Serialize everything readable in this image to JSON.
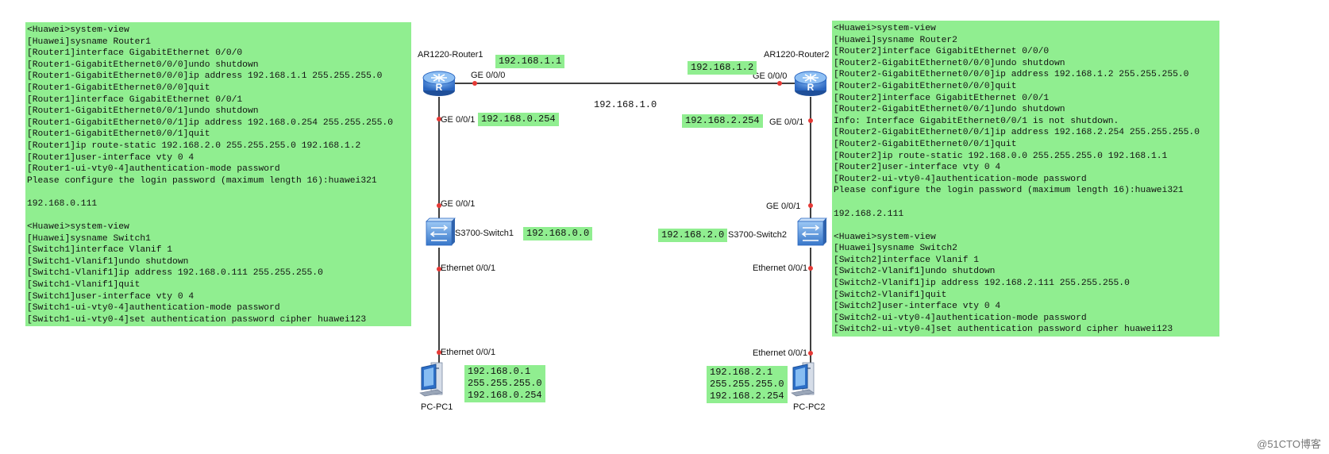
{
  "left_config": {
    "router_lines": [
      "<Huawei>system-view",
      "[Huawei]sysname Router1",
      "[Router1]interface GigabitEthernet 0/0/0",
      "[Router1-GigabitEthernet0/0/0]undo shutdown",
      "[Router1-GigabitEthernet0/0/0]ip address 192.168.1.1 255.255.255.0",
      "[Router1-GigabitEthernet0/0/0]quit",
      "[Router1]interface GigabitEthernet 0/0/1",
      "[Router1-GigabitEthernet0/0/1]undo shutdown",
      "[Router1-GigabitEthernet0/0/1]ip address 192.168.0.254 255.255.255.0",
      "[Router1-GigabitEthernet0/0/1]quit",
      "[Router1]ip route-static 192.168.2.0 255.255.255.0 192.168.1.2",
      "[Router1]user-interface vty 0 4",
      "[Router1-ui-vty0-4]authentication-mode password",
      "Please configure the login password (maximum length 16):huawei321",
      "",
      "192.168.0.111",
      "",
      "<Huawei>system-view",
      "[Huawei]sysname Switch1",
      "[Switch1]interface Vlanif 1",
      "[Switch1-Vlanif1]undo shutdown",
      "[Switch1-Vlanif1]ip address 192.168.0.111 255.255.255.0",
      "[Switch1-Vlanif1]quit",
      "[Switch1]user-interface vty 0 4",
      "[Switch1-ui-vty0-4]authentication-mode password",
      "[Switch1-ui-vty0-4]set authentication password cipher huawei123"
    ]
  },
  "right_config": {
    "router_lines": [
      "<Huawei>system-view",
      "[Huawei]sysname Router2",
      "[Router2]interface GigabitEthernet 0/0/0",
      "[Router2-GigabitEthernet0/0/0]undo shutdown",
      "[Router2-GigabitEthernet0/0/0]ip address 192.168.1.2 255.255.255.0",
      "[Router2-GigabitEthernet0/0/0]quit",
      "[Router2]interface GigabitEthernet 0/0/1",
      "[Router2-GigabitEthernet0/0/1]undo shutdown",
      "Info: Interface GigabitEthernet0/0/1 is not shutdown.",
      "[Router2-GigabitEthernet0/0/1]ip address 192.168.2.254 255.255.255.0",
      "[Router2-GigabitEthernet0/0/1]quit",
      "[Router2]ip route-static 192.168.0.0 255.255.255.0 192.168.1.1",
      "[Router2]user-interface vty 0 4",
      "[Router2-ui-vty0-4]authentication-mode password",
      "Please configure the login password (maximum length 16):huawei321",
      "",
      "192.168.2.111",
      "",
      "<Huawei>system-view",
      "[Huawei]sysname Switch2",
      "[Switch2]interface Vlanif 1",
      "[Switch2-Vlanif1]undo shutdown",
      "[Switch2-Vlanif1]ip address 192.168.2.111 255.255.255.0",
      "[Switch2-Vlanif1]quit",
      "[Switch2]user-interface vty 0 4",
      "[Switch2-ui-vty0-4]authentication-mode password",
      "[Switch2-ui-vty0-4]set authentication password cipher huawei123"
    ]
  },
  "devices": {
    "router1": "AR1220-Router1",
    "router2": "AR1220-Router2",
    "switch1": "S3700-Switch1",
    "switch2": "S3700-Switch2",
    "pc1": "PC-PC1",
    "pc2": "PC-PC2"
  },
  "ports": {
    "r1_ge000": "GE 0/0/0",
    "r2_ge000": "GE 0/0/0",
    "r1_ge001": "GE 0/0/1",
    "r2_ge001": "GE 0/0/1",
    "sw1_ge001": "GE 0/0/1",
    "sw2_ge001": "GE 0/0/1",
    "sw1_eth": "Ethernet 0/0/1",
    "sw2_eth": "Ethernet 0/0/1",
    "pc1_eth": "Ethernet 0/0/1",
    "pc2_eth": "Ethernet 0/0/1"
  },
  "ip_tags": {
    "r1_wan": "192.168.1.1",
    "r2_wan": "192.168.1.2",
    "wan_net": "192.168.1.0",
    "r1_lan": "192.168.0.254",
    "r2_lan": "192.168.2.254",
    "sw1_net": "192.168.0.0",
    "sw2_net": "192.168.2.0",
    "pc1": "192.168.0.1\n255.255.255.0\n192.168.0.254",
    "pc2": "192.168.2.1\n255.255.255.0\n192.168.2.254"
  },
  "watermark": "@51CTO博客",
  "colors": {
    "tag_bg": "#90ee90",
    "link": "#000000",
    "port_dot": "#e53935",
    "device_blue": "#3a7fd5"
  }
}
